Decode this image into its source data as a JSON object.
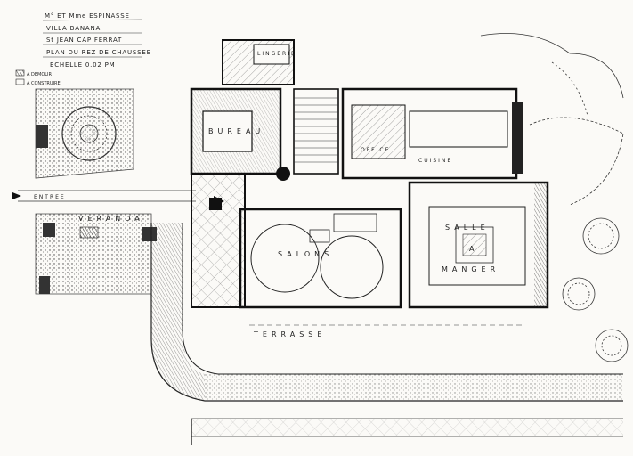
{
  "title_block": {
    "line1": "M° ET Mme ESPINASSE",
    "line2": "VILLA BANANA",
    "line3": "St JEAN CAP FERRAT",
    "line4": "PLAN DU REZ DE CHAUSSEE",
    "line5": "ECHELLE 0.02 PM"
  },
  "legend": {
    "existing": "A DEMOLIR",
    "new": "A CONSTRUIRE"
  },
  "rooms": {
    "bureau": "BUREAU",
    "entree": "ENTREE",
    "veranda": "VERANDA",
    "salons": "SALONS",
    "cuisine": "CUISINE",
    "office": "OFFICE",
    "salle_a_manger_1": "SALLE",
    "salle_a_manger_2": "A",
    "salle_a_manger_3": "MANGER",
    "terrasse": "TERRASSE",
    "lingerie": "LINGERIE"
  },
  "colors": {
    "ink": "#1e1e1e",
    "paper": "#fbfaf7",
    "hatch": "#555555"
  }
}
